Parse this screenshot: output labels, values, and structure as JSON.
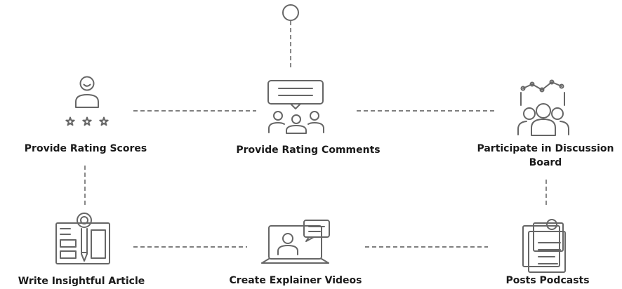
{
  "diagram": {
    "nodes": [
      {
        "id": "rating-scores",
        "label": "Provide Rating Scores",
        "icon": "person-stars-icon"
      },
      {
        "id": "rating-comments",
        "label": "Provide Rating Comments",
        "icon": "group-speech-bubble-icon"
      },
      {
        "id": "discussion-board",
        "label_line1": "Participate in Discussion",
        "label_line2": "Board",
        "icon": "people-chart-icon"
      },
      {
        "id": "insightful-article",
        "label": "Write Insightful Article",
        "icon": "document-pencil-gear-icon"
      },
      {
        "id": "explainer-videos",
        "label": "Create Explainer Videos",
        "icon": "laptop-video-chat-icon"
      },
      {
        "id": "posts-podcasts",
        "label": "Posts Podcasts",
        "icon": "clipboard-documents-icon"
      }
    ],
    "colors": {
      "icon": "#666666",
      "connector": "#555555",
      "text": "#1a1a1a"
    }
  }
}
